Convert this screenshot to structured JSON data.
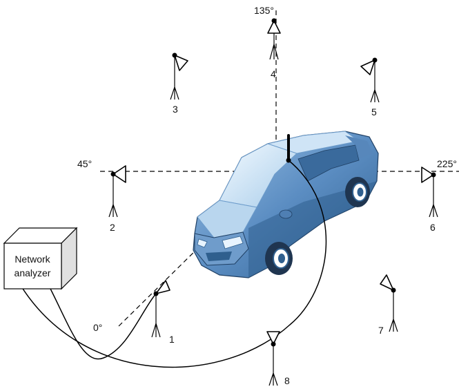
{
  "angles": {
    "a0": "0°",
    "a45": "45°",
    "a135": "135°",
    "a225": "225°"
  },
  "antennas": [
    {
      "label": "1"
    },
    {
      "label": "2"
    },
    {
      "label": "3"
    },
    {
      "label": "4"
    },
    {
      "label": "5"
    },
    {
      "label": "6"
    },
    {
      "label": "7"
    },
    {
      "label": "8"
    }
  ],
  "analyzer": {
    "line1": "Network",
    "line2": "analyzer"
  },
  "colors": {
    "car_body": "#4f7fb3",
    "car_dark": "#2f5f8e",
    "car_light": "#8fb6dc",
    "glass": "#dceefa",
    "box_side": "#e0e0e0"
  }
}
